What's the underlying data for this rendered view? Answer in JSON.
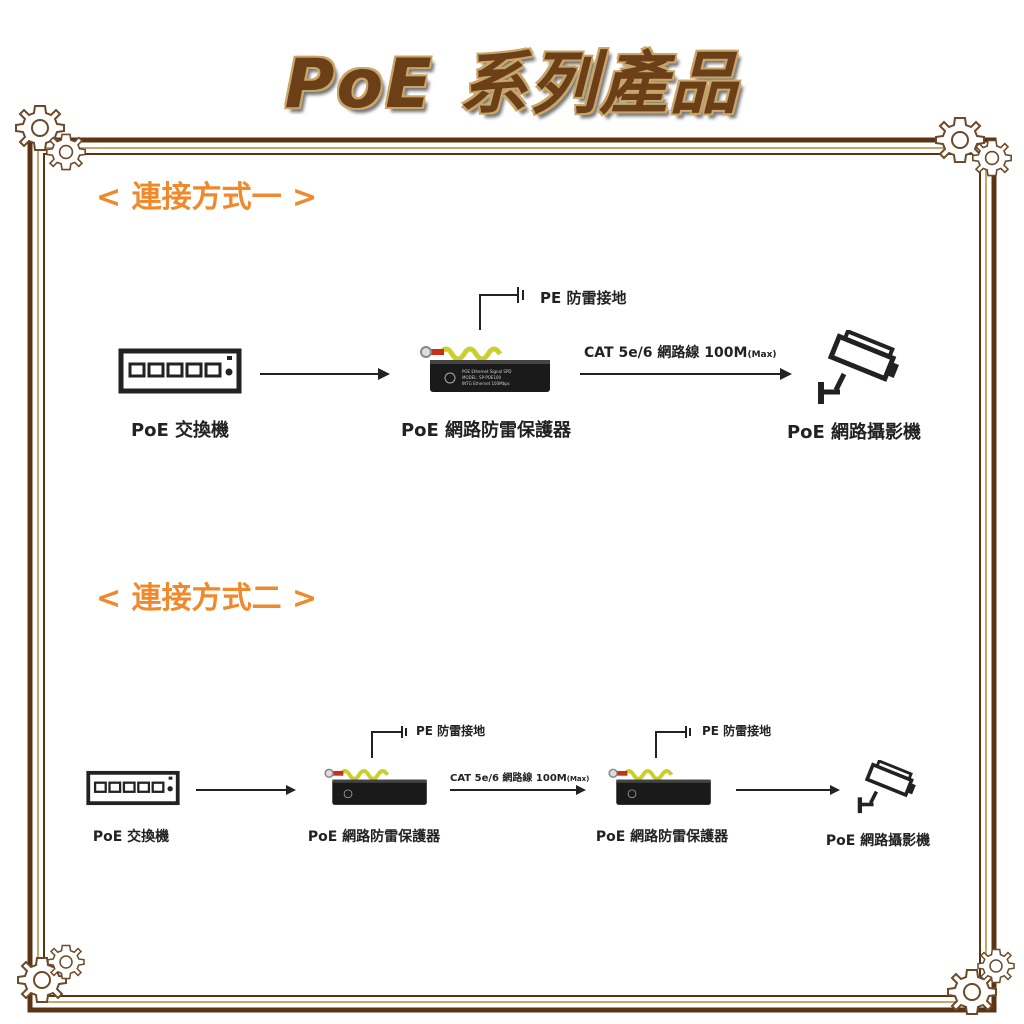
{
  "title": "PoE 系列產品",
  "section1": {
    "heading": "< 連接方式一 >",
    "switch_label": "PoE 交換機",
    "protector_label": "PoE 網路防雷保護器",
    "camera_label": "PoE 網路攝影機",
    "ground_label": "PE 防雷接地",
    "cable_label": "CAT 5e/6 網路線 100M",
    "cable_max": "(Max)"
  },
  "section2": {
    "heading": "< 連接方式二 >",
    "switch_label": "PoE 交換機",
    "protector1_label": "PoE 網路防雷保護器",
    "protector2_label": "PoE 網路防雷保護器",
    "camera_label": "PoE 網路攝影機",
    "ground1_label": "PE 防雷接地",
    "ground2_label": "PE 防雷接地",
    "cable_label": "CAT 5e/6 網路線 100M",
    "cable_max": "(Max)"
  },
  "device_text": {
    "line1": "POE Ethernet Signal SPD",
    "line2": "MODEL: SP-POE100",
    "line3": "INTG Ethernet 100Mbps"
  },
  "colors": {
    "frame": "#5a3414",
    "frame_light": "#c9a56a",
    "accent": "#f0892b",
    "title": "#6b3f17"
  },
  "icons": [
    "gear-icon",
    "switch-icon",
    "protector-icon",
    "camera-icon",
    "ground-icon",
    "arrow-icon"
  ]
}
